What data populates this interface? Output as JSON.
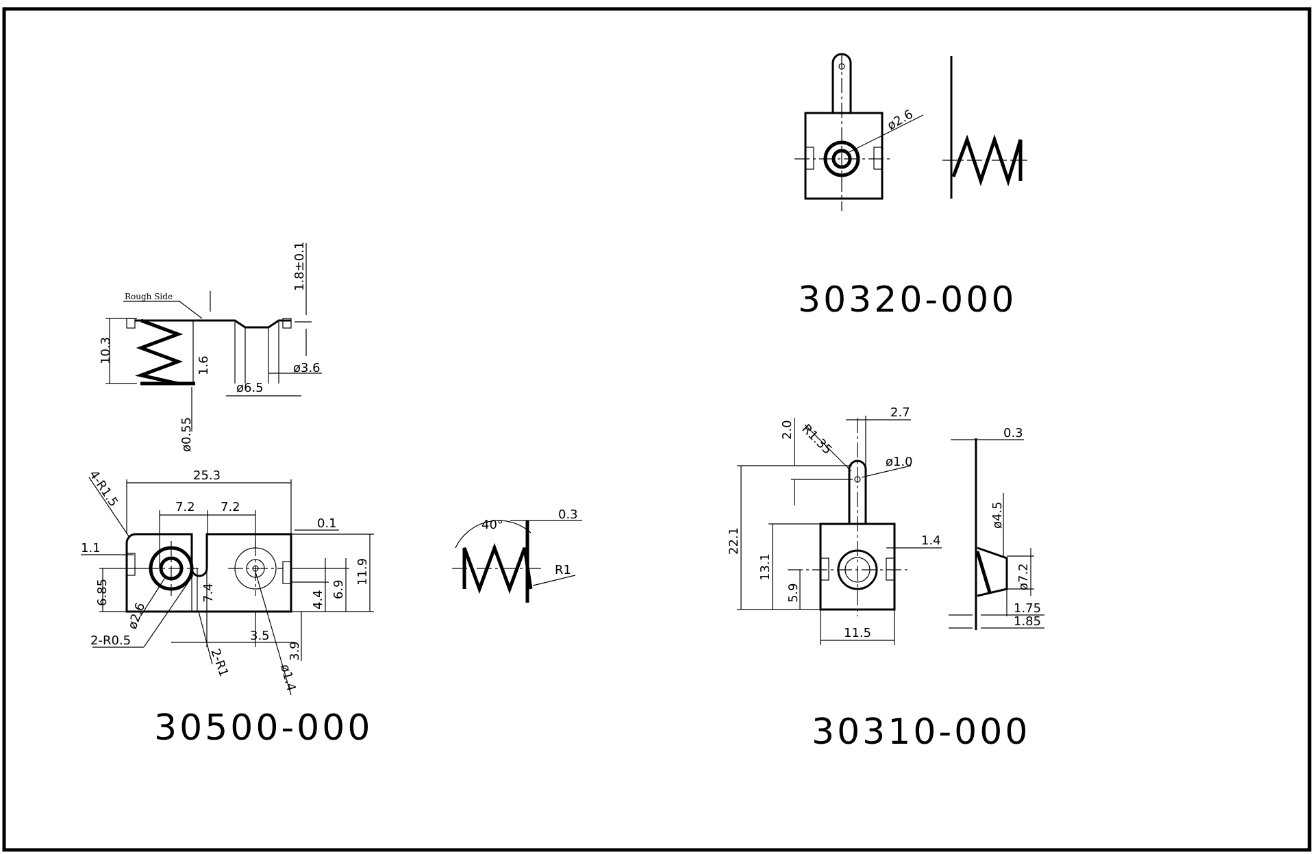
{
  "parts": {
    "p30500": "30500-000",
    "p30320": "30320-000",
    "p30310": "30310-000"
  },
  "side_view_30500": {
    "note": "Rough Side",
    "d_1_8": "1.8±0.1",
    "d_10_3": "10.3",
    "d_1_6": "1.6",
    "d_6_5": "ø6.5",
    "d_3_6": "ø3.6",
    "d_0_55": "ø0.55"
  },
  "plan_view_30500": {
    "d_25_3": "25.3",
    "d_4r15": "4-R1.5",
    "d_7_2a": "7.2",
    "d_7_2b": "7.2",
    "d_0_1": "0.1",
    "d_1_1": "1.1",
    "d_11_9": "11.9",
    "d_6_9": "6.9",
    "d_4_4": "4.4",
    "d_6_85": "6.85",
    "d_7_4": "7.4",
    "d_phi26": "ø2.6",
    "d_2r05": "2-R0.5",
    "d_2r1": "2-R1",
    "d_3_5": "3.5",
    "d_3_9": "3.9",
    "d_phi14": "ø1.4"
  },
  "spring_detail": {
    "d_40": "40°",
    "d_0_3": "0.3",
    "d_r1": "R1"
  },
  "view_30320": {
    "d_phi26": "ø2.6"
  },
  "view_30310": {
    "d_2_0": "2.0",
    "d_r135": "R1.35",
    "d_2_7": "2.7",
    "d_phi10": "ø1.0",
    "d_22_1": "22.1",
    "d_13_1": "13.1",
    "d_5_9": "5.9",
    "d_1_4": "1.4",
    "d_11_5": "11.5",
    "d_0_3": "0.3",
    "d_phi45": "ø4.5",
    "d_phi72": "ø7.2",
    "d_1_75": "1.75",
    "d_1_85": "1.85"
  }
}
